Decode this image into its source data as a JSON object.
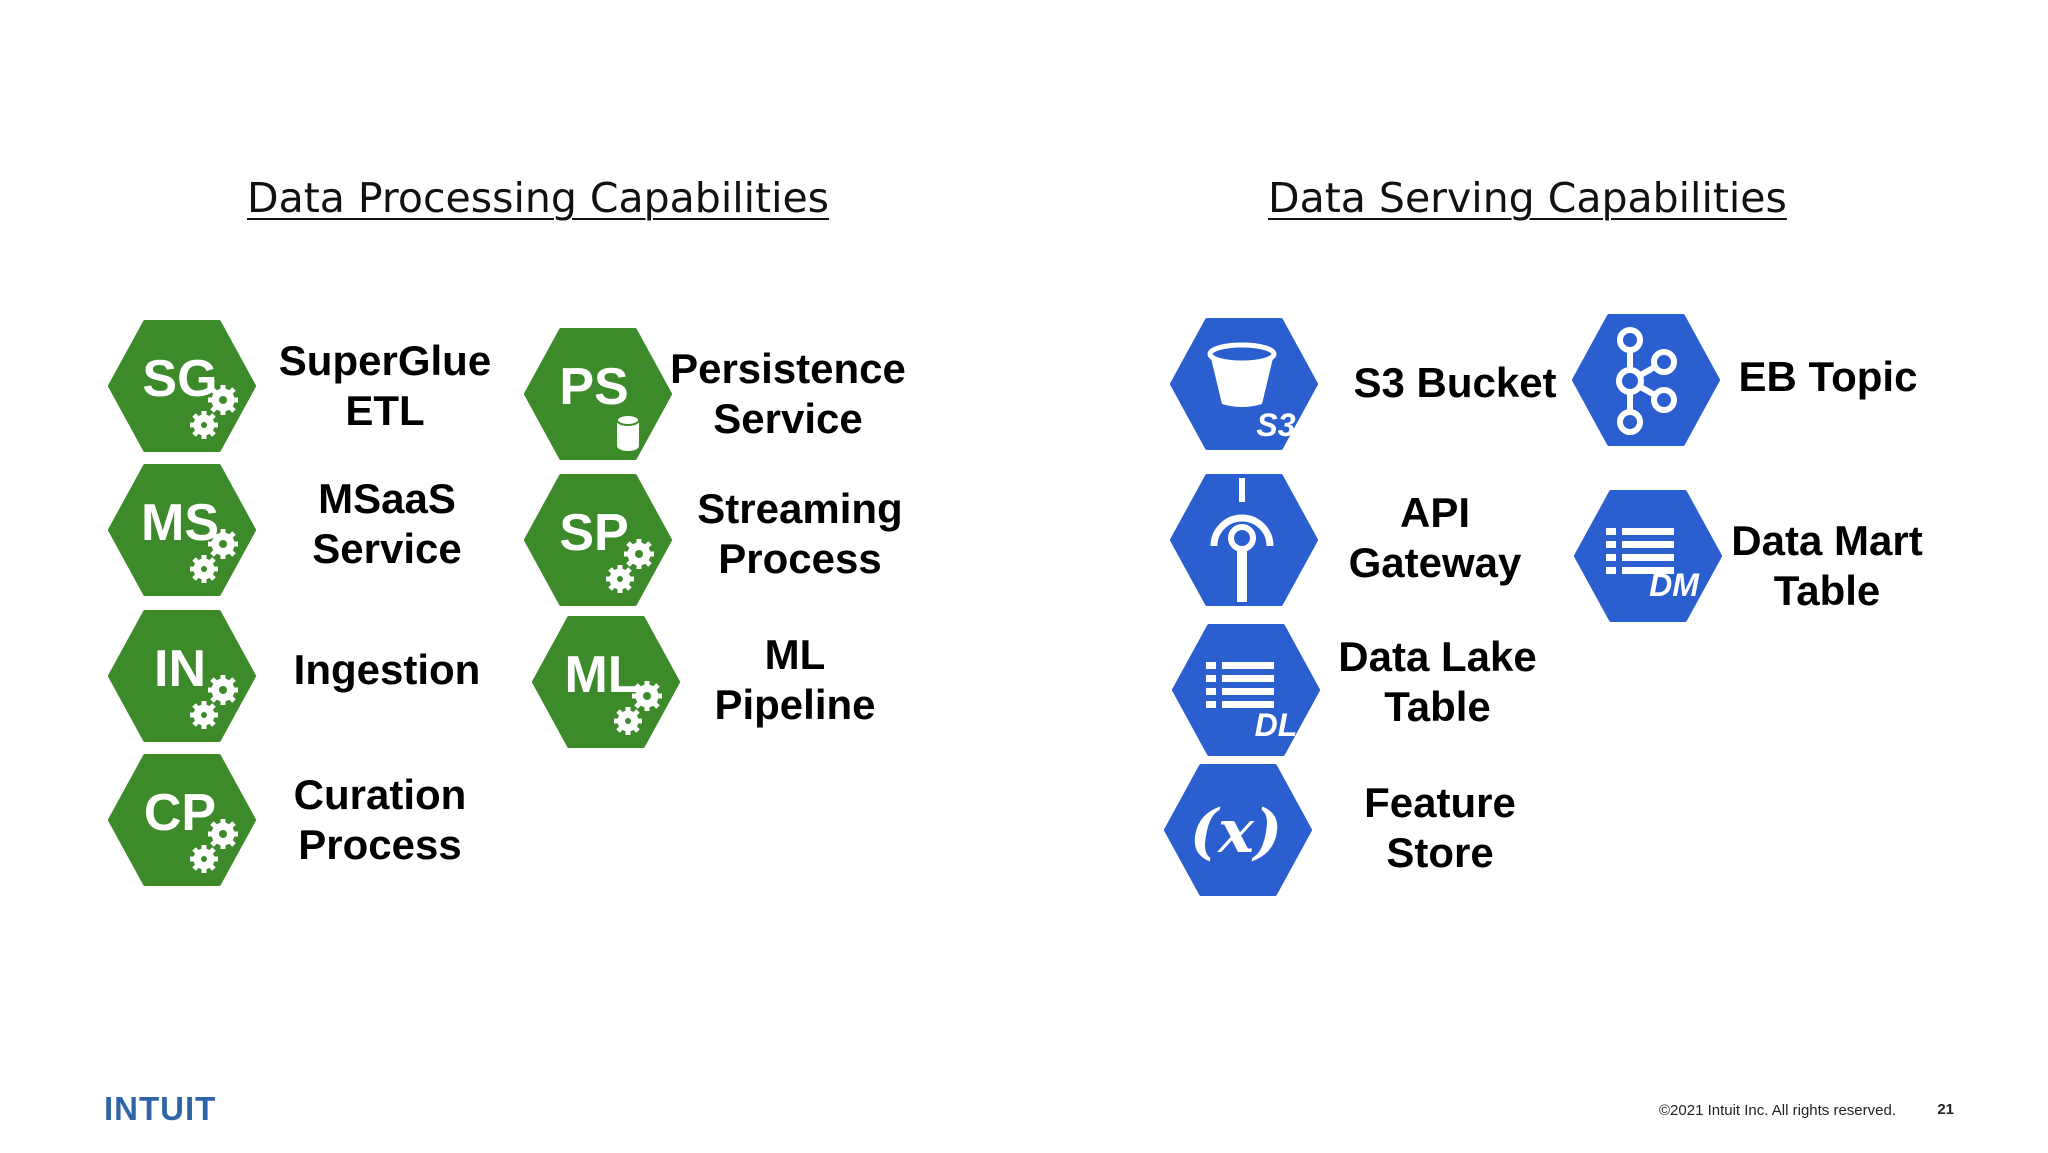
{
  "headings": {
    "processing": "Data Processing Capabilities",
    "serving": "Data Serving Capabilities"
  },
  "colors": {
    "green": "#3d8a2a",
    "blue": "#2b5fcf",
    "footer_logo": "#2f65a7"
  },
  "processing": [
    {
      "abbr": "SG",
      "icon": "gear-icon",
      "line1": "SuperGlue",
      "line2": "ETL"
    },
    {
      "abbr": "MS",
      "icon": "gear-icon",
      "line1": "MSaaS",
      "line2": "Service"
    },
    {
      "abbr": "IN",
      "icon": "gear-icon",
      "line1": "Ingestion",
      "line2": ""
    },
    {
      "abbr": "CP",
      "icon": "gear-icon",
      "line1": "Curation",
      "line2": "Process"
    },
    {
      "abbr": "PS",
      "icon": "database-icon",
      "line1": "Persistence",
      "line2": "Service"
    },
    {
      "abbr": "SP",
      "icon": "gear-icon",
      "line1": "Streaming",
      "line2": "Process"
    },
    {
      "abbr": "ML",
      "icon": "gear-icon",
      "line1": "ML",
      "line2": "Pipeline"
    }
  ],
  "serving": [
    {
      "abbr": "S3",
      "icon": "bucket-icon",
      "line1": "S3 Bucket",
      "line2": ""
    },
    {
      "abbr": "",
      "icon": "api-gateway-icon",
      "line1": "API",
      "line2": "Gateway"
    },
    {
      "abbr": "DL",
      "icon": "table-icon",
      "line1": "Data Lake",
      "line2": "Table"
    },
    {
      "abbr": "(x)",
      "icon": "function-icon",
      "line1": "Feature",
      "line2": "Store"
    },
    {
      "abbr": "",
      "icon": "kafka-topic-icon",
      "line1": "EB Topic",
      "line2": ""
    },
    {
      "abbr": "DM",
      "icon": "table-icon",
      "line1": "Data Mart",
      "line2": "Table"
    }
  ],
  "footer": {
    "logo": "INTUIT",
    "copyright": "©2021 Intuit Inc. All rights reserved.",
    "page": "21"
  }
}
